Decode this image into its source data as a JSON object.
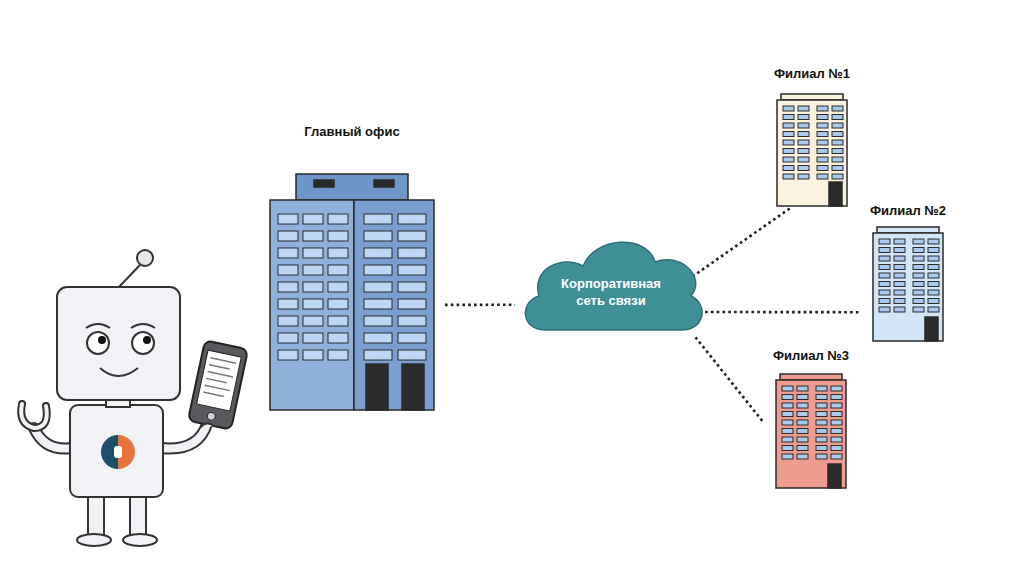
{
  "diagram": {
    "nodes": [
      {
        "text": [
          "Главный офис"
        ]
      },
      {
        "text": [
          "Корпоративная сеть связи"
        ]
      },
      {
        "text": [
          "Филиал №1"
        ]
      },
      {
        "text": [
          "Филиал №2"
        ]
      },
      {
        "text": [
          "Филиал №3"
        ]
      }
    ],
    "edges": [
      {
        "from": 0,
        "to": 1,
        "arrow": "none"
      },
      {
        "from": 1,
        "to": 2,
        "arrow": "none"
      },
      {
        "from": 1,
        "to": 3,
        "arrow": "none"
      },
      {
        "from": 1,
        "to": 4,
        "arrow": "none"
      }
    ]
  }
}
